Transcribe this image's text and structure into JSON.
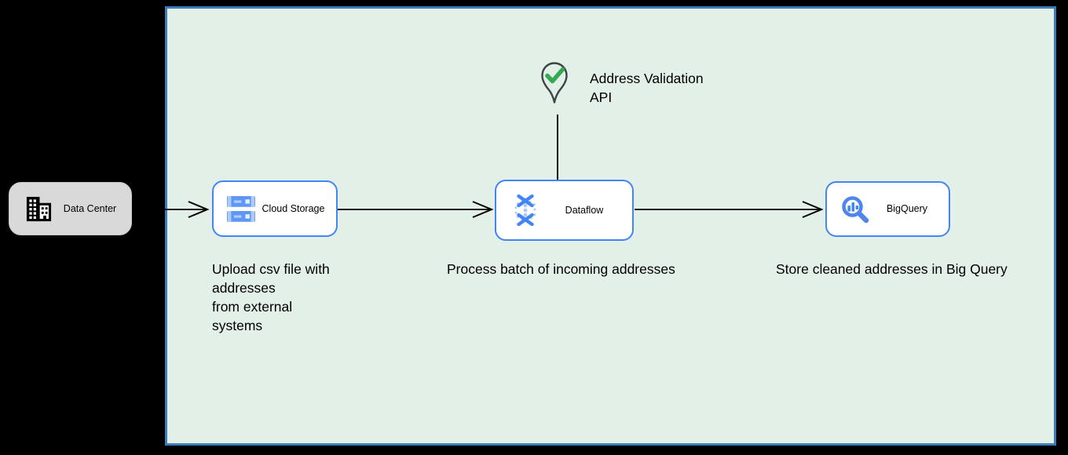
{
  "diagram": {
    "type": "architecture-flow",
    "background_color": "#000000",
    "panel": {
      "fill": "#e2f0e7",
      "border_color": "#3b7cbb"
    },
    "colors": {
      "node_border_blue": "#4285f4",
      "node_fill": "#ffffff",
      "gray_node_fill": "#d9d9d9",
      "icon_blue": "#5e97f6",
      "icon_light_blue": "#aecbfa",
      "icon_white_blue": "#e8f0fe",
      "check_green": "#34a853",
      "pin_outline": "#3e4347",
      "edge_color": "#000000"
    },
    "nodes": {
      "data_center": {
        "label": "Data Center",
        "icon": "building-icon"
      },
      "cloud_storage": {
        "label": "Cloud Storage",
        "icon": "cloud-storage-icon"
      },
      "dataflow": {
        "label": "Dataflow",
        "icon": "dataflow-icon"
      },
      "bigquery": {
        "label": "BigQuery",
        "icon": "bigquery-icon"
      }
    },
    "annotations": {
      "address_validation": "Address Validation\nAPI",
      "address_validation_icon": "map-pin-check-icon",
      "caption_upload": "Upload csv file with\naddresses\nfrom external\nsystems",
      "caption_process": "Process batch of incoming addresses",
      "caption_store": "Store cleaned addresses in Big Query"
    },
    "edges": [
      {
        "from": "data_center",
        "to": "cloud_storage",
        "style": "open-arrow"
      },
      {
        "from": "cloud_storage",
        "to": "dataflow",
        "style": "open-arrow"
      },
      {
        "from": "dataflow",
        "to": "bigquery",
        "style": "open-arrow"
      },
      {
        "from": "address_validation_api",
        "to": "dataflow",
        "style": "plain-line"
      }
    ]
  }
}
